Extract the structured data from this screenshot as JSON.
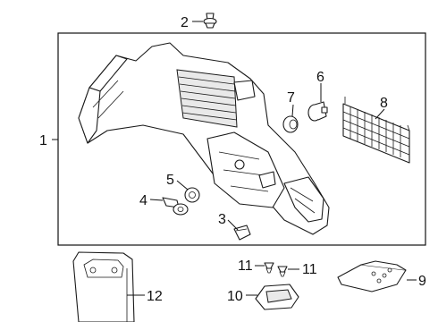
{
  "callouts": {
    "c1": "1",
    "c2": "2",
    "c3": "3",
    "c4": "4",
    "c5": "5",
    "c6": "6",
    "c7": "7",
    "c8": "8",
    "c9": "9",
    "c10": "10",
    "c11a": "11",
    "c11b": "11",
    "c12": "12"
  },
  "colors": {
    "line": "#111111",
    "background": "#ffffff",
    "shade": "#e9e9e9"
  }
}
